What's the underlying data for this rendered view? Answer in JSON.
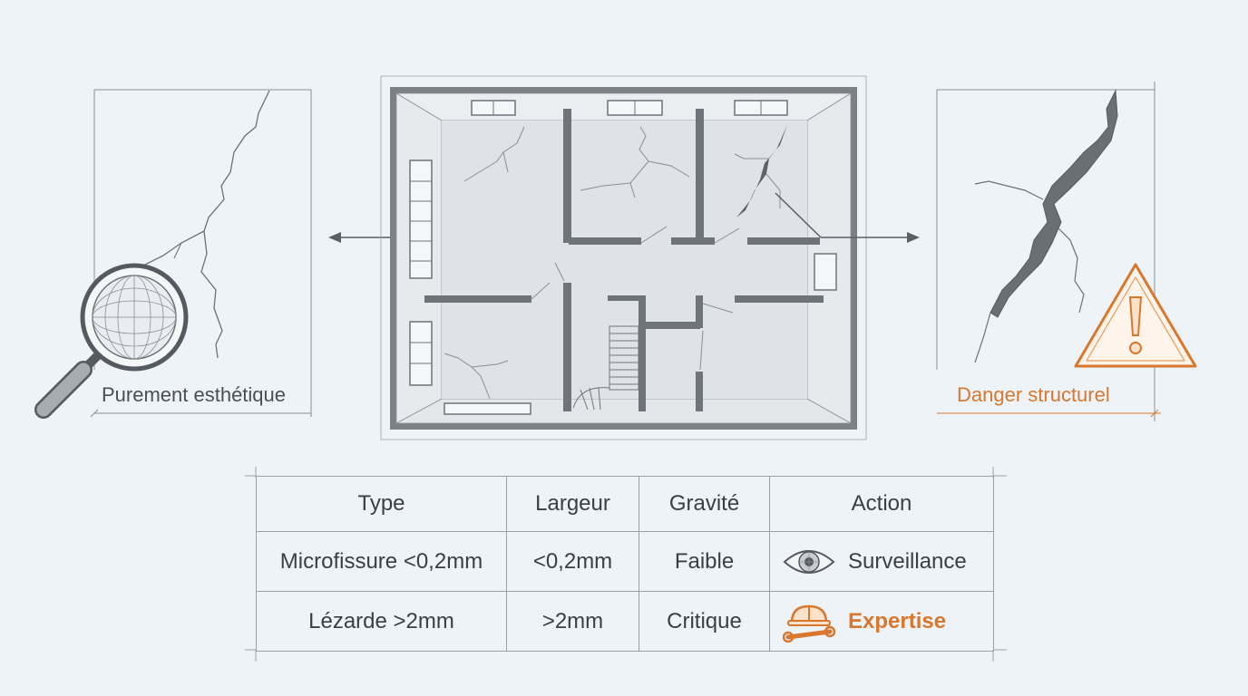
{
  "panels": {
    "left_label": "Purement esthétique",
    "right_label": "Danger structurel"
  },
  "table": {
    "headers": [
      "Type",
      "Largeur",
      "Gravité",
      "Action"
    ],
    "rows": [
      {
        "type": "Microfissure <0,2mm",
        "largeur": "<0,2mm",
        "gravite": "Faible",
        "action": "Surveillance",
        "action_icon": "eye-icon"
      },
      {
        "type": "Lézarde >2mm",
        "largeur": ">2mm",
        "gravite": "Critique",
        "action": "Expertise",
        "action_icon": "helmet-wrench-icon"
      }
    ]
  },
  "colors": {
    "accent": "#d8772d",
    "line": "#9aa0a6",
    "background": "#eef3f8"
  }
}
